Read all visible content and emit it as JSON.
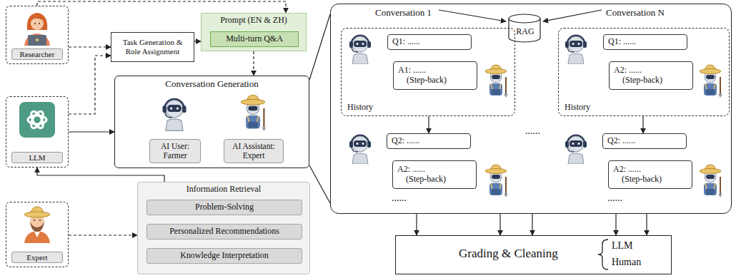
{
  "diagram": {
    "nodes": [
      {
        "text": [
          "Researcher"
        ]
      },
      {
        "text": [
          "Task Generation & Role Assignment"
        ]
      },
      {
        "text": [
          "Prompt (EN & ZH)"
        ]
      },
      {
        "text": [
          "Multi-turn Q&A"
        ],
        "in": 2
      },
      {
        "text": [
          "LLM"
        ]
      },
      {
        "text": [
          "Conversation Generation"
        ]
      },
      {
        "text": [
          "AI User: Farmer"
        ],
        "in": 5
      },
      {
        "text": [
          "AI Assistant: Expert"
        ],
        "in": 5
      },
      {
        "text": [
          "Expert"
        ]
      },
      {
        "text": [
          "Information Retrieval"
        ]
      },
      {
        "text": [
          "Problem-Solving"
        ],
        "in": 9
      },
      {
        "text": [
          "Personalized Recommendations"
        ],
        "in": 9
      },
      {
        "text": [
          "Knowledge Interpretation"
        ],
        "in": 9
      },
      {
        "text": [
          "Conversation 1",
          "Conversation N"
        ]
      },
      {
        "text": [
          "RAG"
        ],
        "in": 13
      },
      {
        "text": [
          "History"
        ],
        "in": 13
      },
      {
        "text": [
          "Q1: ......"
        ],
        "in": 15
      },
      {
        "text": [
          "A1: ......",
          "(Step-back)"
        ],
        "in": 15
      },
      {
        "text": [
          "Q2: ......"
        ],
        "in": 13
      },
      {
        "text": [
          "A2: ......",
          "(Step-back)"
        ],
        "in": 13
      },
      {
        "text": [
          "History"
        ],
        "in": 13
      },
      {
        "text": [
          "Q1: ......"
        ],
        "in": 20
      },
      {
        "text": [
          "A2: ......",
          "(Step-back)"
        ],
        "in": 20
      },
      {
        "text": [
          "Q2: ......"
        ],
        "in": 13
      },
      {
        "text": [
          "A2: ......",
          "(Step-back)"
        ],
        "in": 13
      },
      {
        "text": [
          "Grading & Cleaning",
          "LLM",
          "Human"
        ]
      }
    ],
    "edges": [
      {
        "from": 0,
        "to": 1,
        "arrow": "to"
      },
      {
        "from": 0,
        "to": 2,
        "arrow": "to"
      },
      {
        "from": 1,
        "to": 2,
        "arrow": "to"
      },
      {
        "from": 4,
        "to": 1,
        "arrow": "to"
      },
      {
        "from": 4,
        "to": 5,
        "arrow": "to"
      },
      {
        "from": 2,
        "to": 5,
        "arrow": "to"
      },
      {
        "from": 8,
        "to": 9,
        "arrow": "to"
      },
      {
        "from": 9,
        "to": 4,
        "arrow": "to"
      },
      {
        "from": 5,
        "to": 13,
        "arrow": "none"
      },
      {
        "from": 5,
        "to": 13,
        "arrow": "none"
      },
      {
        "from": 15,
        "to": 18,
        "arrow": "to"
      },
      {
        "from": 20,
        "to": 23,
        "arrow": "to"
      },
      {
        "from": 13,
        "to": 25,
        "arrow": "to"
      },
      {
        "from": 13,
        "to": 25,
        "arrow": "to"
      },
      {
        "from": 13,
        "to": 25,
        "arrow": "to"
      },
      {
        "from": 13,
        "to": 25,
        "arrow": "to"
      },
      {
        "from": 13,
        "to": 25,
        "arrow": "to"
      }
    ],
    "labels": [
      "......",
      "......",
      "......"
    ]
  }
}
